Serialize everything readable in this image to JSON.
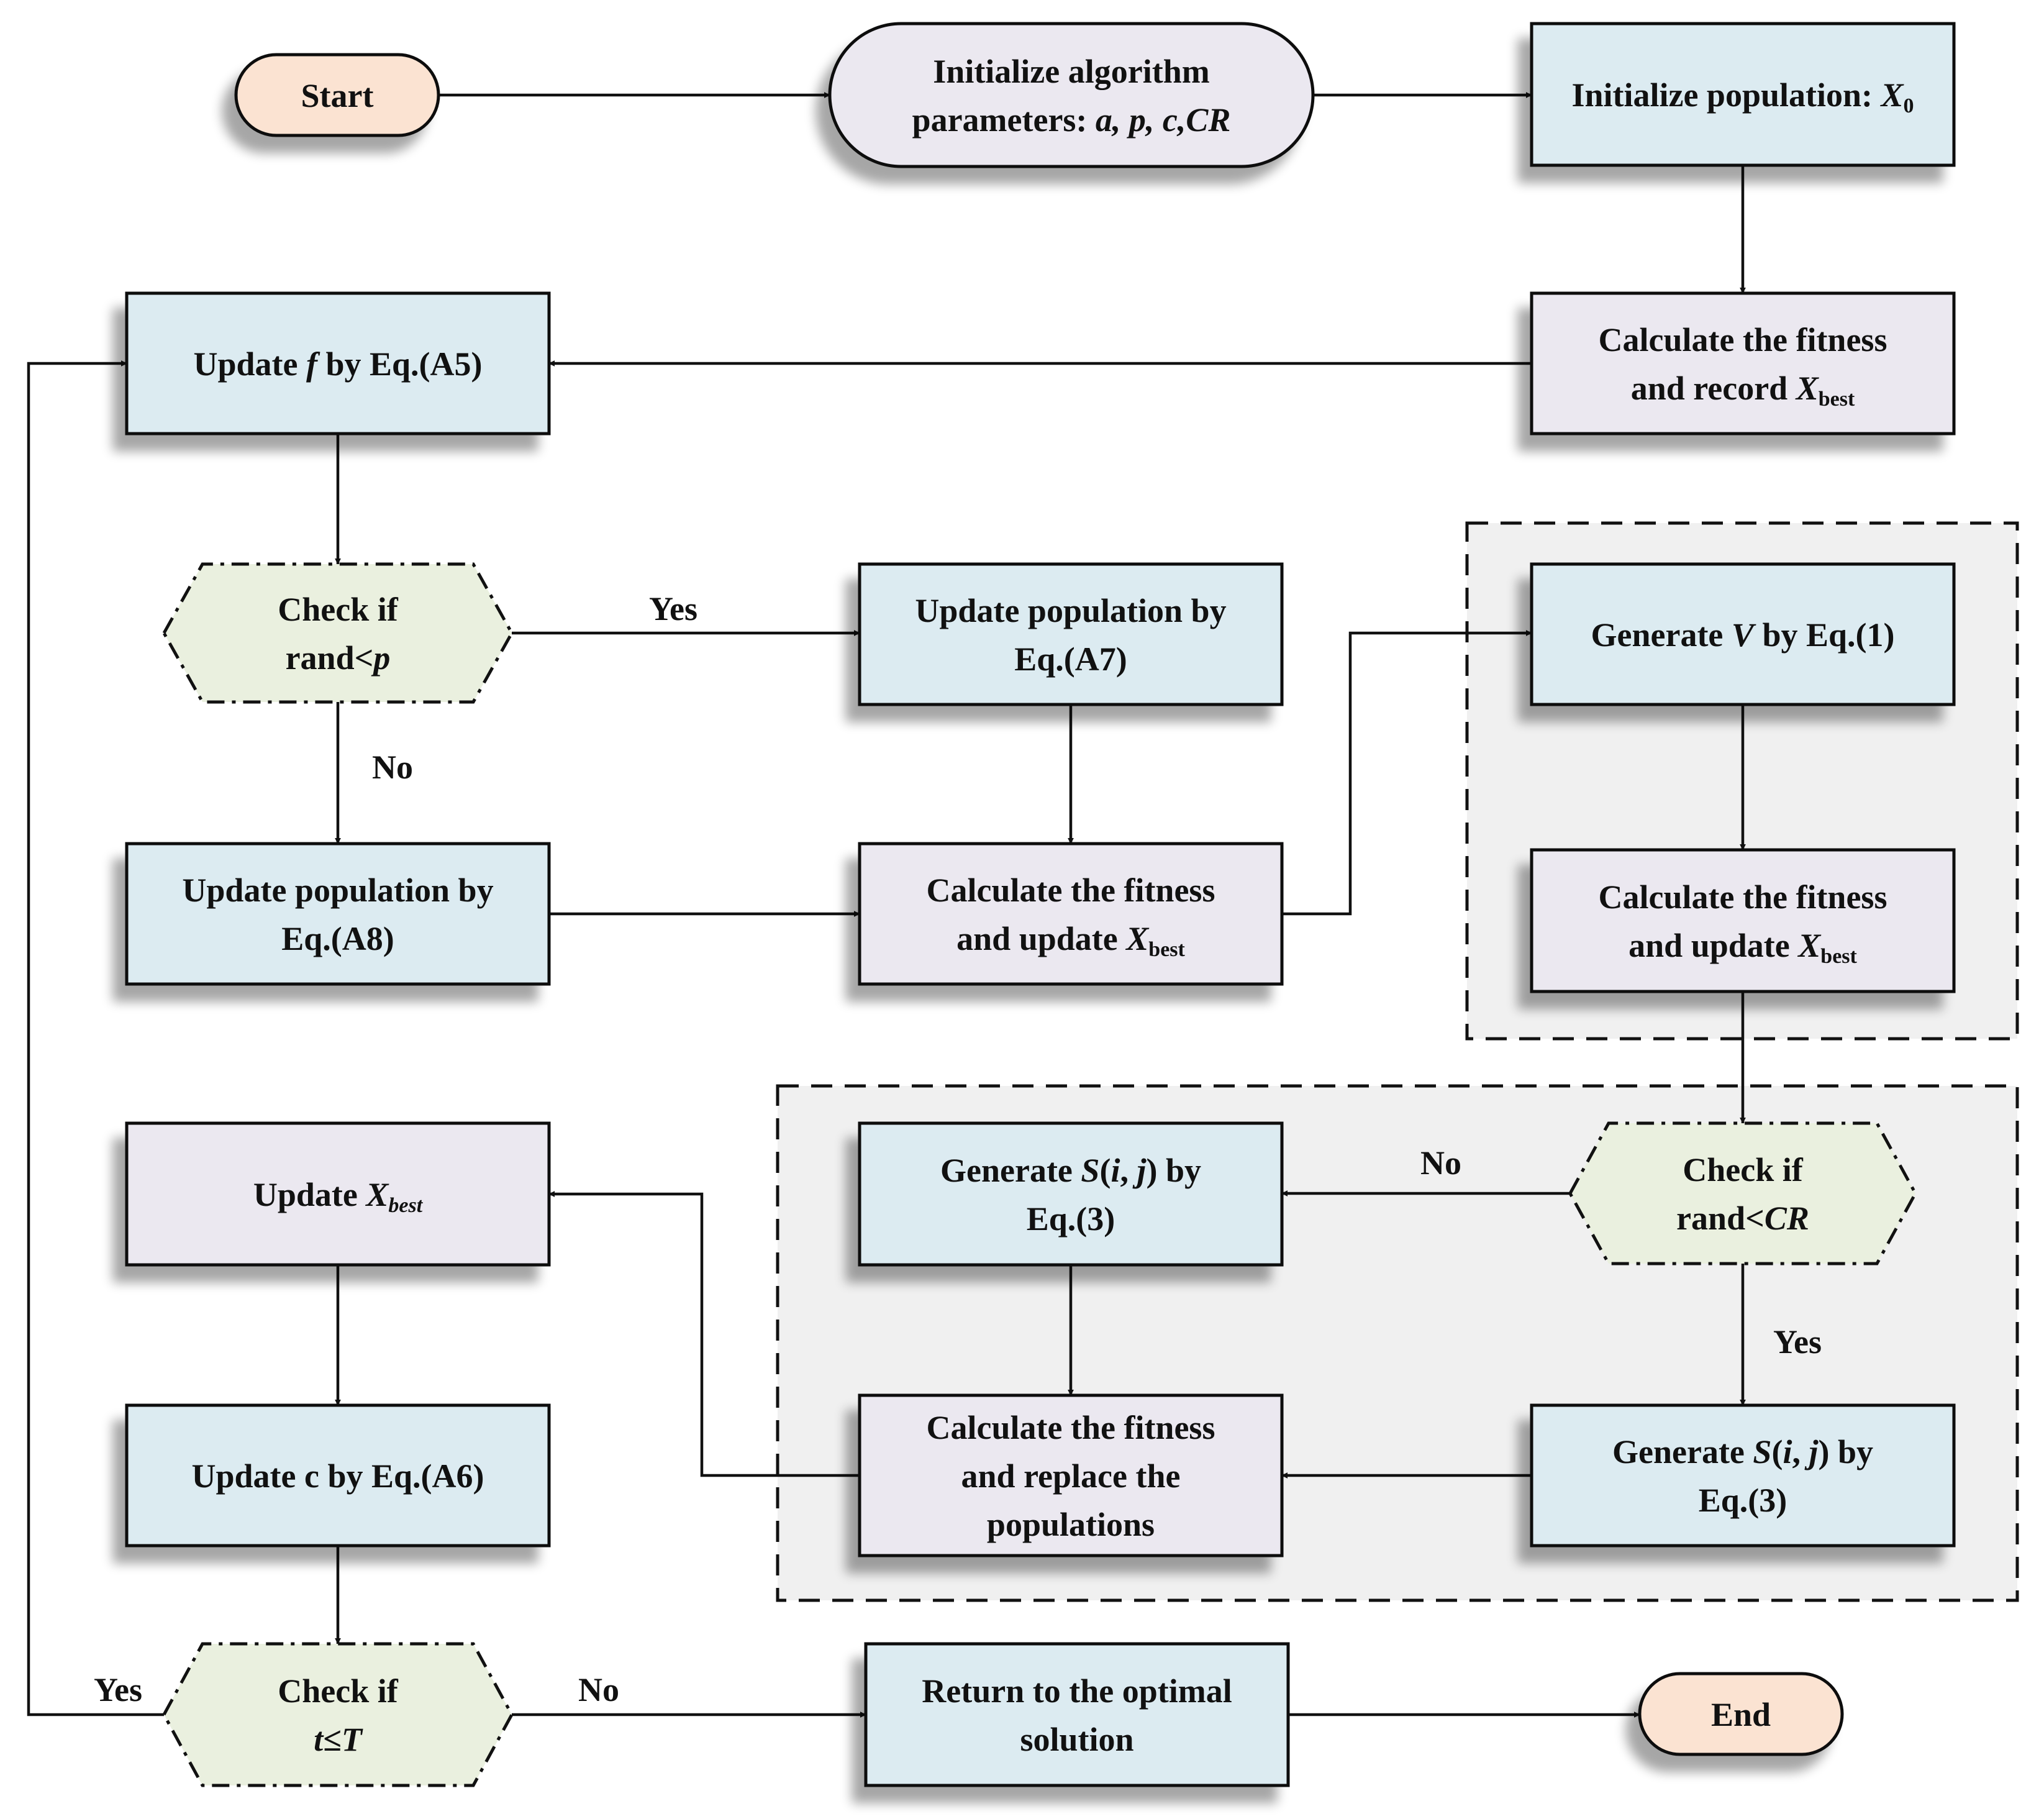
{
  "colors": {
    "terminal_fill": "#fbe3d2",
    "process_blue": "#dcebf1",
    "process_lavender": "#ebe8f0",
    "decision_fill": "#eaf0df",
    "region_fill": "#f0f0f0",
    "stroke": "#111111",
    "shadow": "#c8c8c8"
  },
  "nodes": {
    "start": {
      "lines": [
        [
          "Start"
        ]
      ]
    },
    "init_params": {
      "lines": [
        [
          "Initialize algorithm"
        ],
        [
          "parameters: ",
          {
            "i": "a, p, c,CR"
          }
        ]
      ]
    },
    "init_pop": {
      "lines": [
        [
          "Initialize population: ",
          {
            "i": "X"
          },
          {
            "sub": "0"
          }
        ]
      ]
    },
    "calc_record": {
      "lines": [
        [
          "Calculate the fitness"
        ],
        [
          "and record ",
          {
            "i": "X"
          },
          {
            "sub": "best"
          }
        ]
      ]
    },
    "update_f": {
      "lines": [
        [
          "Update ",
          {
            "i": "f"
          },
          "  by Eq.(A5)"
        ]
      ]
    },
    "check_p": {
      "lines": [
        [
          "Check if"
        ],
        [
          "rand<",
          {
            "i": "p"
          }
        ]
      ]
    },
    "update_a7": {
      "lines": [
        [
          "Update population  by"
        ],
        [
          "Eq.(A7)"
        ]
      ]
    },
    "generate_v": {
      "lines": [
        [
          "Generate ",
          {
            "i": "V"
          },
          " by Eq.(1)"
        ]
      ]
    },
    "update_a8": {
      "lines": [
        [
          "Update population  by"
        ],
        [
          "Eq.(A8)"
        ]
      ]
    },
    "calc_update_mid": {
      "lines": [
        [
          "Calculate the fitness"
        ],
        [
          "and update ",
          {
            "i": "X"
          },
          {
            "sub": "best"
          }
        ]
      ]
    },
    "calc_update_right": {
      "lines": [
        [
          "Calculate the fitness"
        ],
        [
          "and update ",
          {
            "i": "X"
          },
          {
            "sub": "best"
          }
        ]
      ]
    },
    "update_xbest": {
      "lines": [
        [
          "Update ",
          {
            "i": "X"
          },
          {
            "subi": "best"
          }
        ]
      ]
    },
    "gen_s_mid": {
      "lines": [
        [
          "Generate ",
          {
            "i": "S"
          },
          "(",
          {
            "i": "i"
          },
          ", ",
          {
            "i": "j"
          },
          ") by"
        ],
        [
          "Eq.(3)"
        ]
      ]
    },
    "check_cr": {
      "lines": [
        [
          "Check if"
        ],
        [
          "rand<",
          {
            "i": "CR"
          }
        ]
      ]
    },
    "update_c": {
      "lines": [
        [
          "Update c by Eq.(A6)"
        ]
      ]
    },
    "calc_replace": {
      "lines": [
        [
          "Calculate the fitness"
        ],
        [
          "and replace the"
        ],
        [
          "populations"
        ]
      ]
    },
    "gen_s_right": {
      "lines": [
        [
          "Generate ",
          {
            "i": "S"
          },
          "(",
          {
            "i": "i"
          },
          ", ",
          {
            "i": "j"
          },
          ") by"
        ],
        [
          "Eq.(3)"
        ]
      ]
    },
    "check_t": {
      "lines": [
        [
          "Check if"
        ],
        [
          {
            "i": "t"
          },
          "≤",
          {
            "i": "T"
          }
        ]
      ]
    },
    "return_opt": {
      "lines": [
        [
          "Return to the optimal"
        ],
        [
          "solution"
        ]
      ]
    },
    "end": {
      "lines": [
        [
          "End"
        ]
      ]
    }
  },
  "edge_labels": {
    "p_yes": "Yes",
    "p_no": "No",
    "cr_no": "No",
    "cr_yes": "Yes",
    "t_yes": "Yes",
    "t_no": "No"
  }
}
